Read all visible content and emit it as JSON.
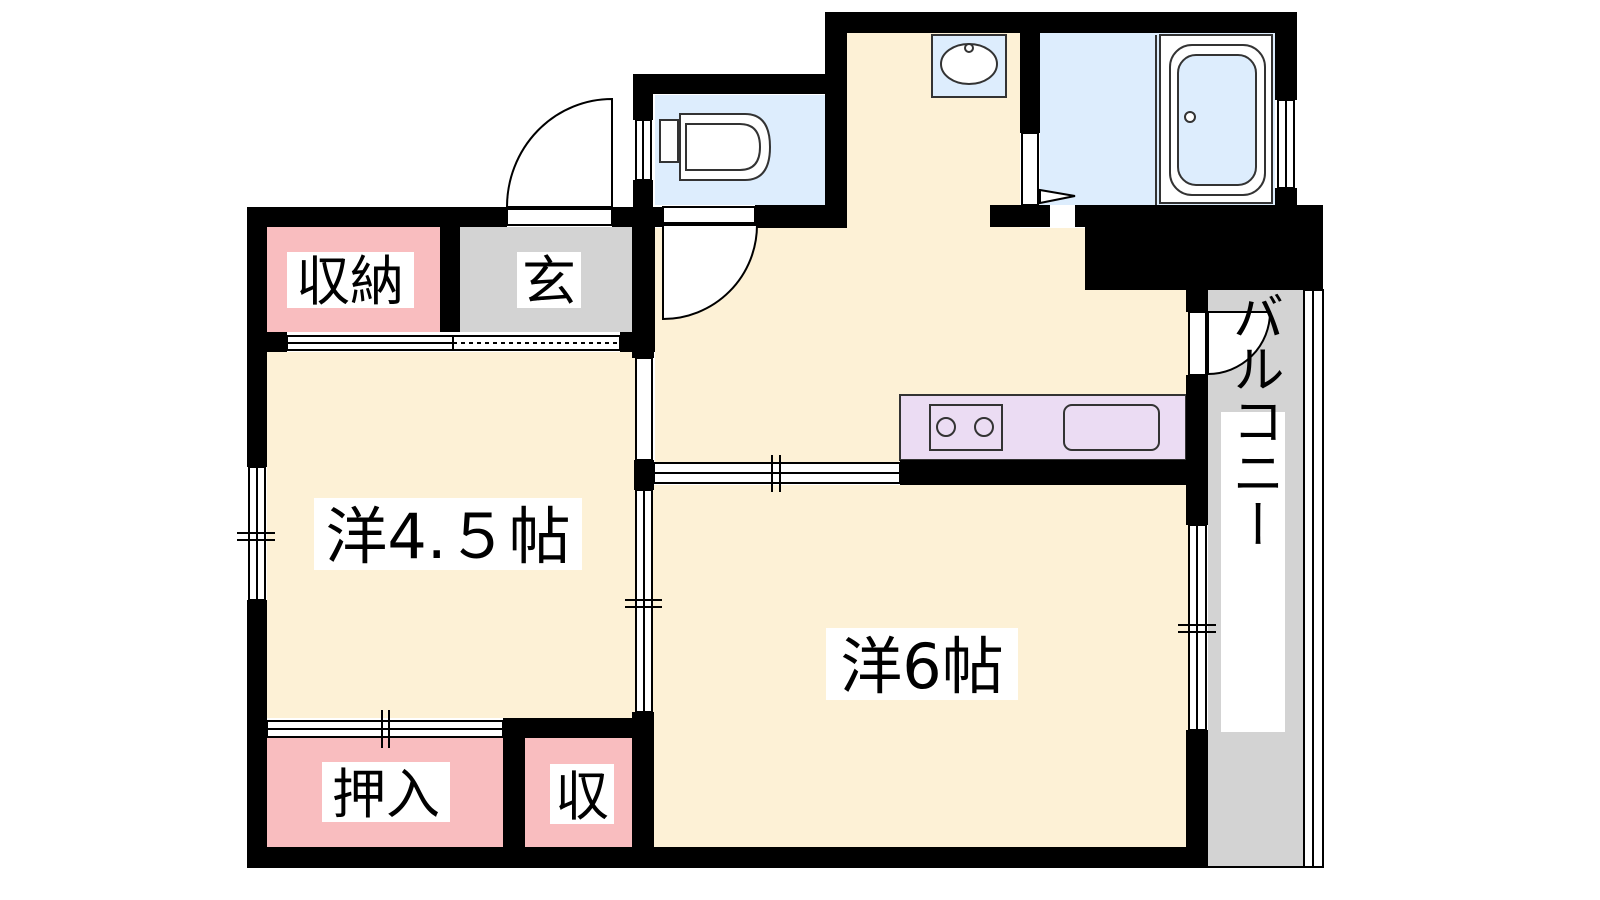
{
  "floorplan": {
    "rooms": {
      "storage_top": "収納",
      "entrance": "玄",
      "western_small": "洋4.５帖",
      "western_large": "洋6帖",
      "closet": "押入",
      "storage_small": "収",
      "balcony": "バルコニー"
    },
    "colors": {
      "wall": "#000000",
      "living": "#fdf1d6",
      "storage": "#f9bdbf",
      "wet_area": "#ddedfd",
      "entrance_floor": "#d3d3d3",
      "balcony_floor": "#d3d3d3",
      "kitchen": "#ebdcf3"
    }
  }
}
